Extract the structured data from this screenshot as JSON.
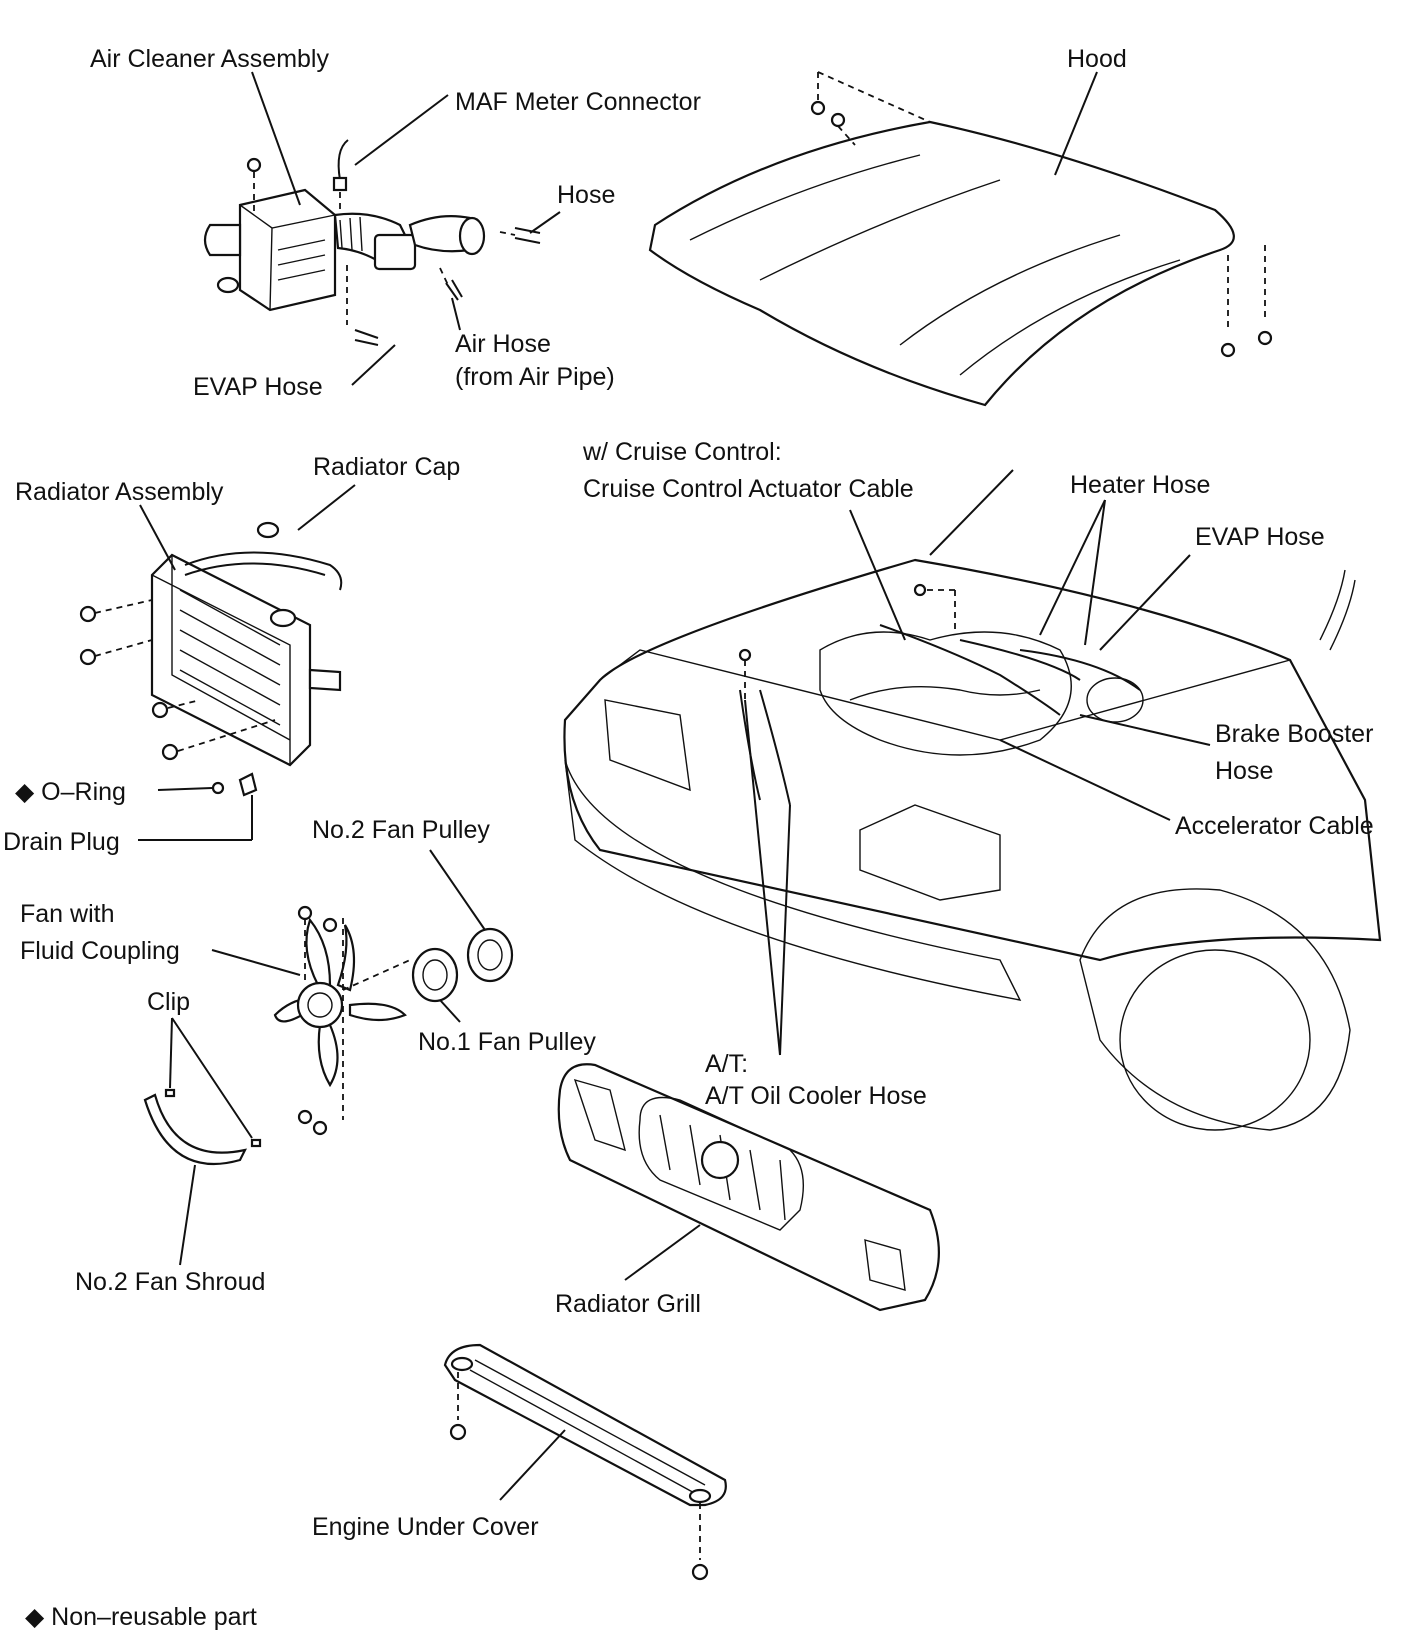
{
  "labels": {
    "air_cleaner_assembly": "Air Cleaner Assembly",
    "maf_meter_connector": "MAF Meter Connector",
    "hood": "Hood",
    "hose": "Hose",
    "air_hose_line1": "Air Hose",
    "air_hose_line2": "(from Air Pipe)",
    "evap_hose_top": "EVAP Hose",
    "radiator_cap": "Radiator Cap",
    "radiator_assembly": "Radiator Assembly",
    "cruise_line1": "w/ Cruise Control:",
    "cruise_line2": "Cruise Control Actuator Cable",
    "heater_hose": "Heater Hose",
    "evap_hose_right": "EVAP Hose",
    "brake_booster_line1": "Brake Booster",
    "brake_booster_line2": "Hose",
    "o_ring": "◆ O–Ring",
    "drain_plug": "Drain Plug",
    "no2_fan_pulley": "No.2 Fan Pulley",
    "accelerator_cable": "Accelerator Cable",
    "fan_line1": "Fan with",
    "fan_line2": "Fluid Coupling",
    "clip": "Clip",
    "no1_fan_pulley": "No.1 Fan Pulley",
    "at_line1": "A/T:",
    "at_line2": "A/T Oil Cooler Hose",
    "no2_fan_shroud": "No.2 Fan Shroud",
    "radiator_grill": "Radiator Grill",
    "engine_under_cover": "Engine Under Cover"
  },
  "legend": {
    "non_reusable": "◆ Non–reusable part"
  }
}
